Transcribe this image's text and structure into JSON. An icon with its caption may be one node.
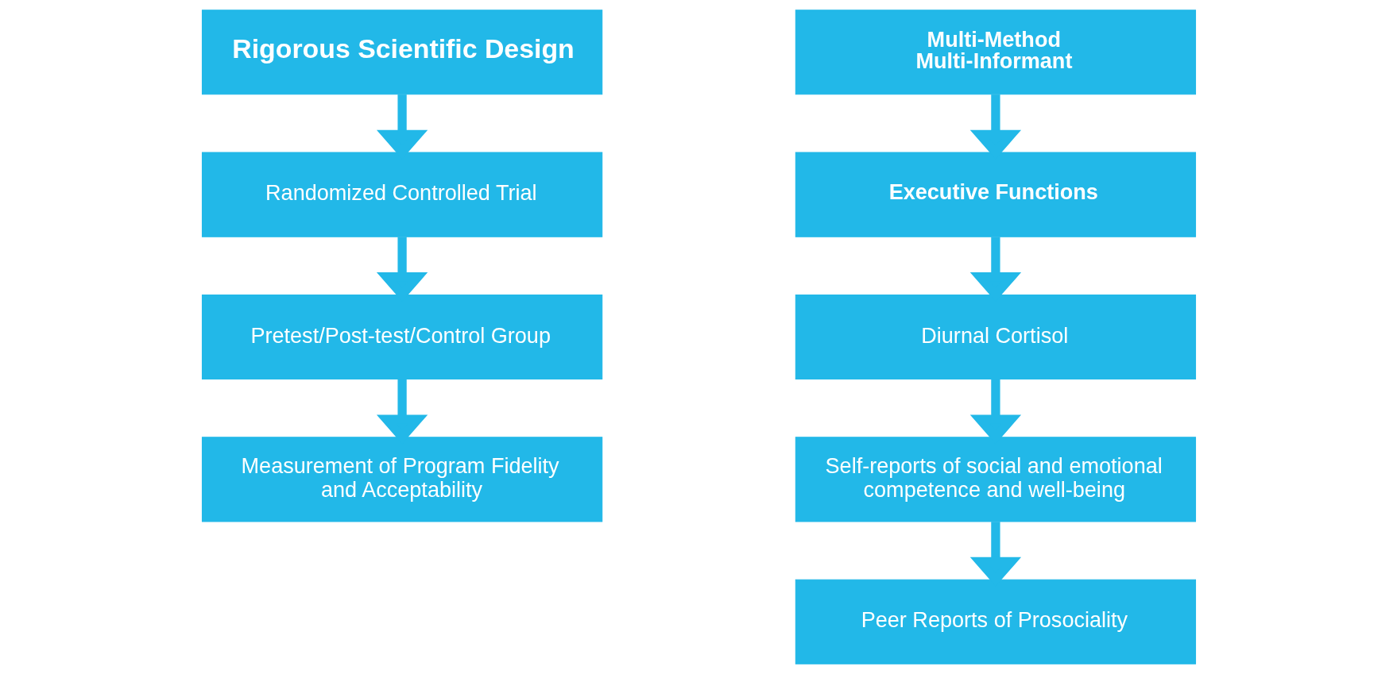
{
  "diagram": {
    "nodes": [
      {
        "text": [
          "Rigorous Scientific Design"
        ]
      },
      {
        "text": [
          "Randomized Controlled Trial"
        ]
      },
      {
        "text": [
          "Pretest/Post-test/Control Group"
        ]
      },
      {
        "text": [
          "Measurement of Program Fidelity and Acceptability"
        ]
      },
      {
        "text": [
          "Multi-Method Multi-Informant"
        ]
      },
      {
        "text": [
          "Executive Functions"
        ]
      },
      {
        "text": [
          "Diurnal Cortisol"
        ]
      },
      {
        "text": [
          "Self-reports of social and emotional competence and well-being"
        ]
      },
      {
        "text": [
          "Peer Reports of Prosociality"
        ]
      }
    ],
    "edges": [
      {
        "from": 0,
        "to": 1,
        "arrow": "to"
      },
      {
        "from": 1,
        "to": 2,
        "arrow": "to"
      },
      {
        "from": 2,
        "to": 3,
        "arrow": "to"
      },
      {
        "from": 4,
        "to": 5,
        "arrow": "to"
      },
      {
        "from": 5,
        "to": 6,
        "arrow": "to"
      },
      {
        "from": 6,
        "to": 7,
        "arrow": "to"
      },
      {
        "from": 7,
        "to": 8,
        "arrow": "to"
      }
    ]
  }
}
